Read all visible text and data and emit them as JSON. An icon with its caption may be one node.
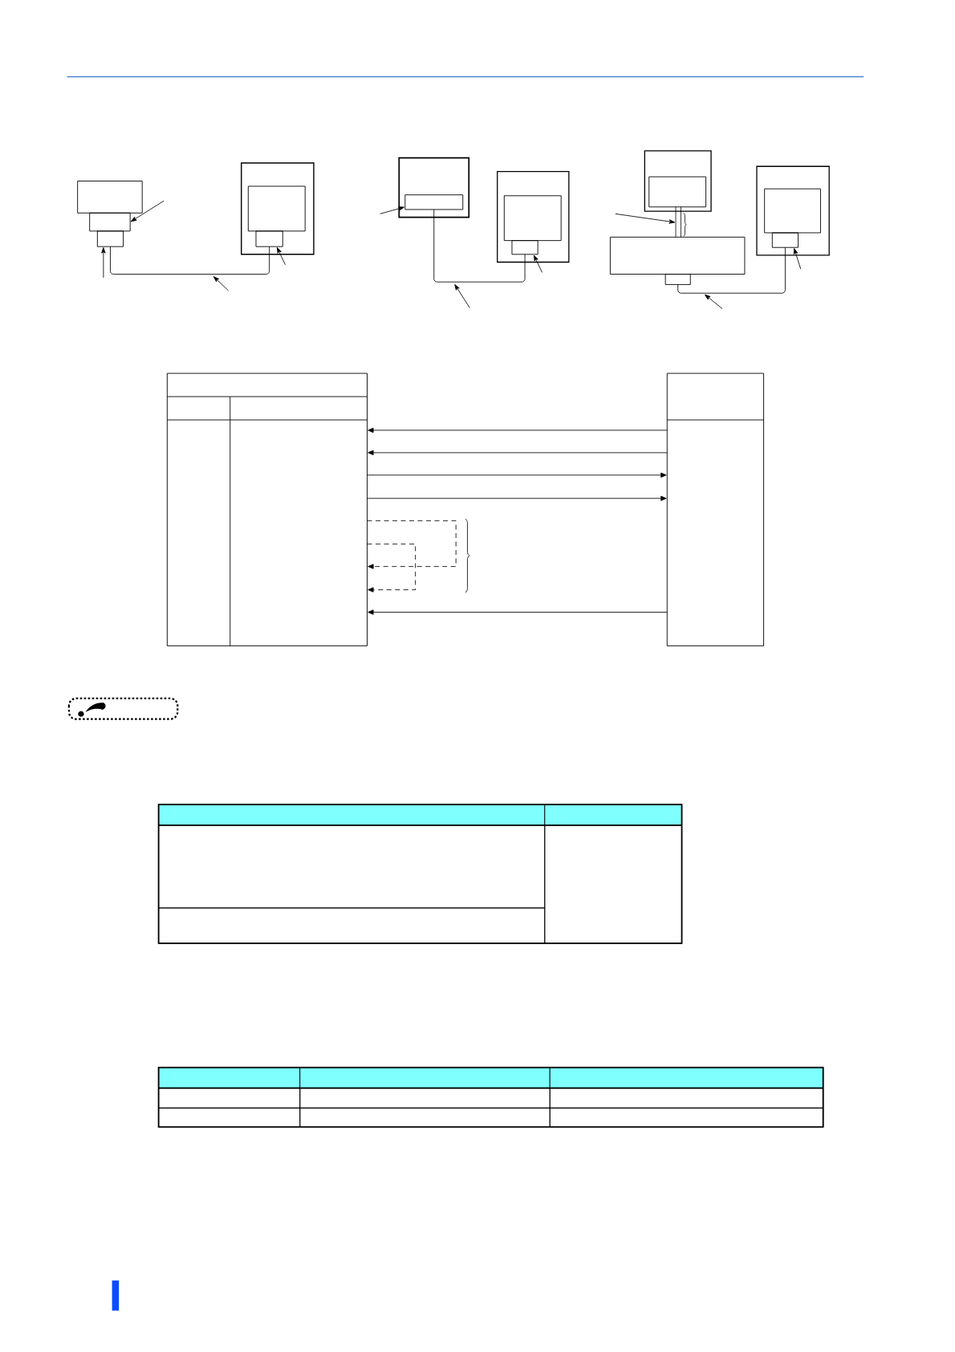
{
  "diagram": {
    "nodes": [
      {
        "text": [],
        "shape": "box"
      },
      {
        "text": [],
        "shape": "box"
      },
      {
        "text": [],
        "shape": "box"
      },
      {
        "text": [],
        "shape": "box"
      },
      {
        "text": [],
        "shape": "box",
        "in": 3
      },
      {
        "text": [],
        "shape": "box",
        "in": 3
      },
      {
        "text": [],
        "shape": "box"
      },
      {
        "text": [],
        "shape": "box",
        "in": 6
      },
      {
        "text": [],
        "shape": "box"
      },
      {
        "text": [],
        "shape": "box",
        "in": 8
      },
      {
        "text": [],
        "shape": "box",
        "in": 8
      },
      {
        "text": [],
        "shape": "box"
      },
      {
        "text": [],
        "shape": "box",
        "in": 11
      },
      {
        "text": [],
        "shape": "box"
      },
      {
        "text": [],
        "shape": "box"
      },
      {
        "text": [],
        "shape": "box"
      },
      {
        "text": [],
        "shape": "box",
        "in": 15
      },
      {
        "text": [],
        "shape": "box",
        "in": 15
      },
      {
        "text": [],
        "shape": "box"
      },
      {
        "text": [],
        "shape": "box"
      },
      {
        "text": [],
        "shape": "bar"
      }
    ],
    "edges": [
      {
        "from": 2,
        "to": 5,
        "arrow": "none"
      },
      {
        "from": 7,
        "to": 10,
        "arrow": "none"
      },
      {
        "from": null,
        "to": 20,
        "arrow": "to"
      },
      {
        "from": 14,
        "to": 17,
        "arrow": "none"
      },
      {
        "from": null,
        "to": 1,
        "arrow": "to"
      },
      {
        "from": null,
        "to": 2,
        "arrow": "to"
      },
      {
        "from": null,
        "to": 5,
        "arrow": "to"
      },
      {
        "from": null,
        "to": 7,
        "arrow": "to"
      },
      {
        "from": null,
        "to": 10,
        "arrow": "to"
      },
      {
        "from": null,
        "to": 17,
        "arrow": "to"
      },
      {
        "from": 19,
        "to": 18,
        "arrow": "to"
      },
      {
        "from": 19,
        "to": 18,
        "arrow": "to"
      },
      {
        "from": 18,
        "to": 19,
        "arrow": "to"
      },
      {
        "from": 18,
        "to": 19,
        "arrow": "to"
      },
      {
        "from": 18,
        "to": 18,
        "arrow": "to",
        "style": "dashed"
      },
      {
        "from": 18,
        "to": 18,
        "arrow": "to",
        "style": "dashed"
      },
      {
        "from": 19,
        "to": 18,
        "arrow": "to"
      }
    ]
  }
}
